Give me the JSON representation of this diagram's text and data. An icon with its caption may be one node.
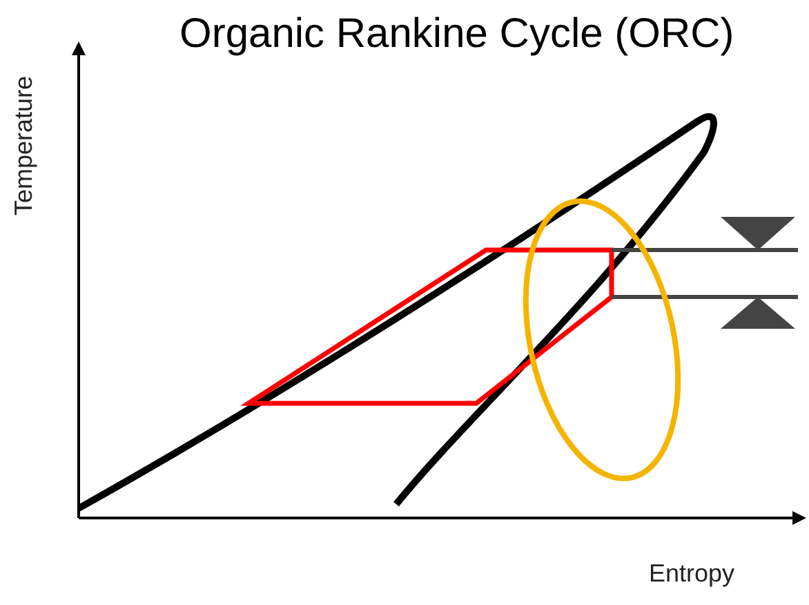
{
  "diagram": {
    "title": "Organic Rankine Cycle (ORC)",
    "labels": [
      "Temperature",
      "Entropy"
    ]
  }
}
